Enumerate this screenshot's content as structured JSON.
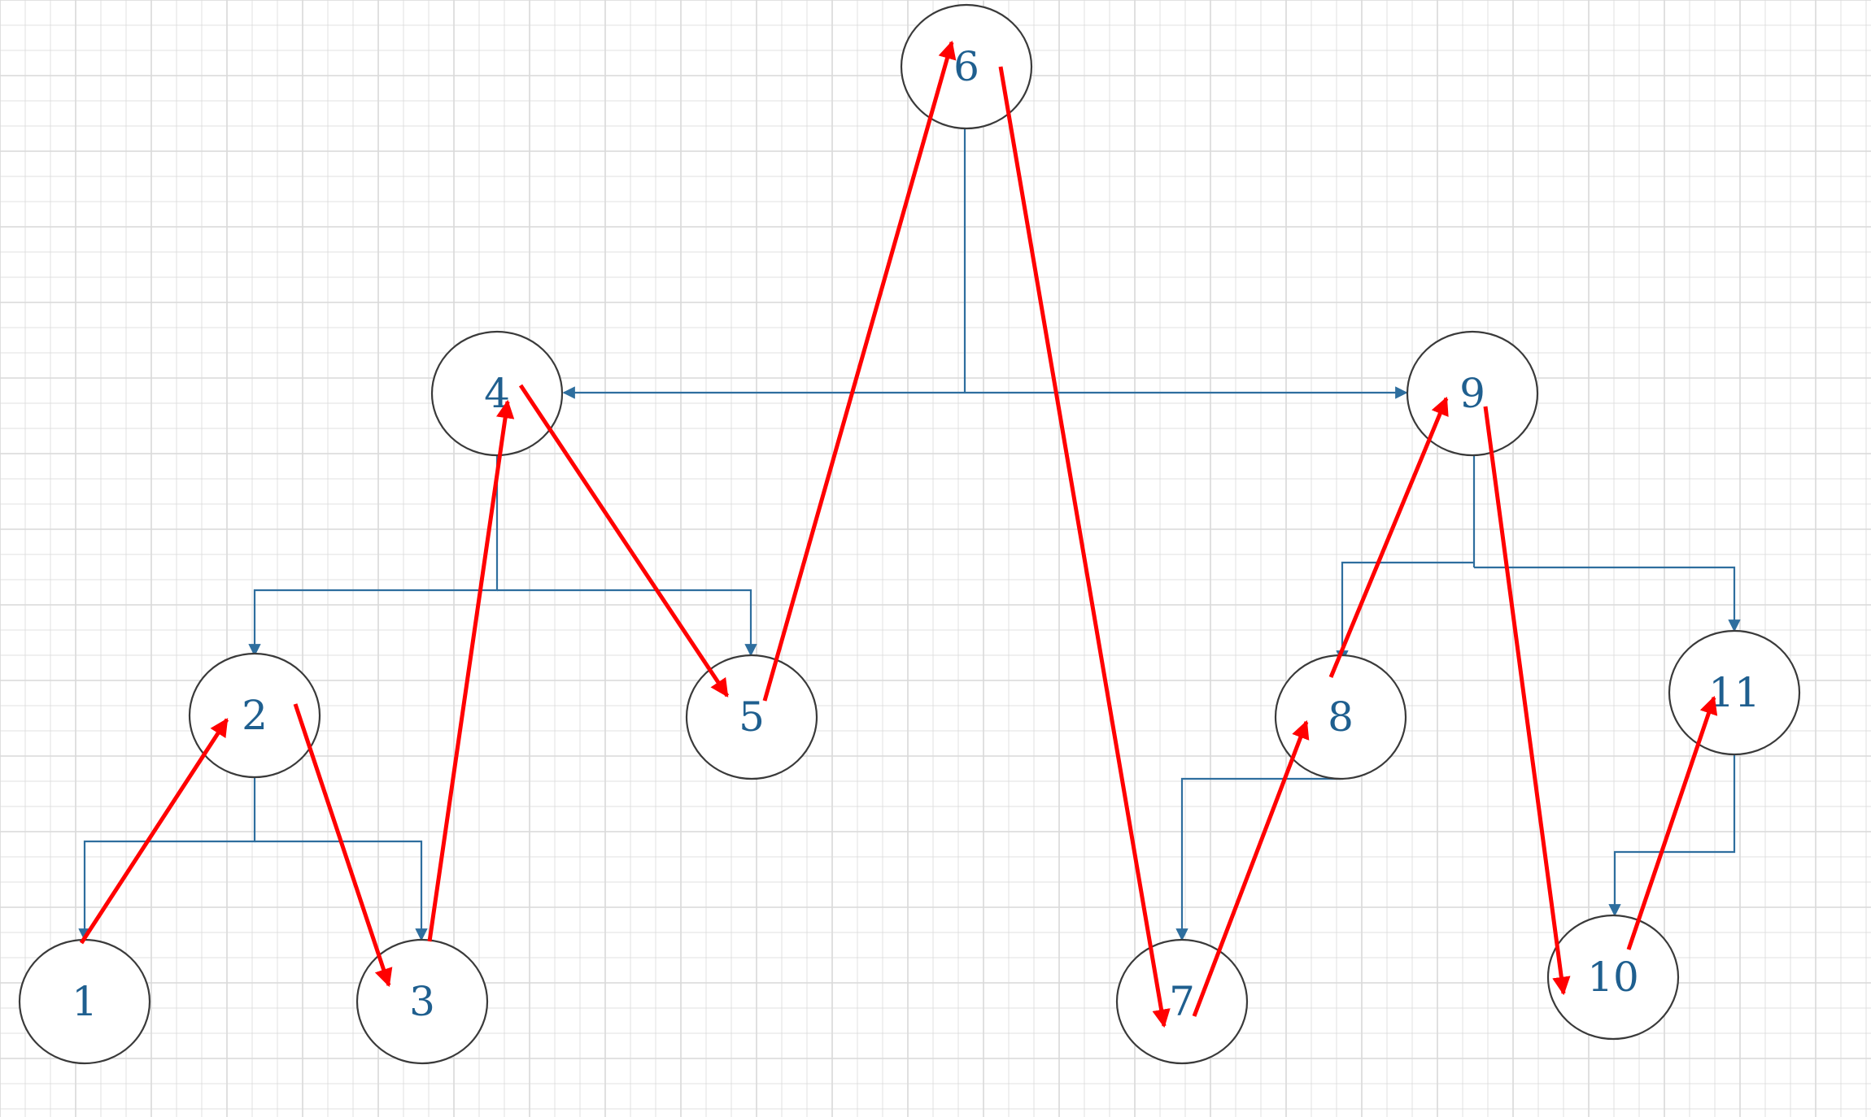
{
  "diagram": {
    "type": "binary-tree-inorder-traversal",
    "colors": {
      "node_label": "#1f5f8f",
      "tree_edge": "#2e6e9e",
      "traversal_arrow": "#ff0000",
      "grid": "#d9d9d9"
    },
    "nodes": [
      {
        "id": "1",
        "label": "1"
      },
      {
        "id": "2",
        "label": "2"
      },
      {
        "id": "3",
        "label": "3"
      },
      {
        "id": "4",
        "label": "4"
      },
      {
        "id": "5",
        "label": "5"
      },
      {
        "id": "6",
        "label": "6"
      },
      {
        "id": "7",
        "label": "7"
      },
      {
        "id": "8",
        "label": "8"
      },
      {
        "id": "9",
        "label": "9"
      },
      {
        "id": "10",
        "label": "10"
      },
      {
        "id": "11",
        "label": "11"
      }
    ],
    "tree_edges": [
      {
        "parent": "6",
        "children": [
          "4",
          "9"
        ]
      },
      {
        "parent": "4",
        "children": [
          "2",
          "5"
        ]
      },
      {
        "parent": "2",
        "children": [
          "1",
          "3"
        ]
      },
      {
        "parent": "9",
        "children": [
          "8",
          "11"
        ]
      },
      {
        "parent": "8",
        "children": [
          "7"
        ]
      },
      {
        "parent": "11",
        "children": [
          "10"
        ]
      }
    ],
    "traversal_order": [
      "1",
      "2",
      "3",
      "4",
      "5",
      "6",
      "7",
      "8",
      "9",
      "10",
      "11"
    ]
  }
}
